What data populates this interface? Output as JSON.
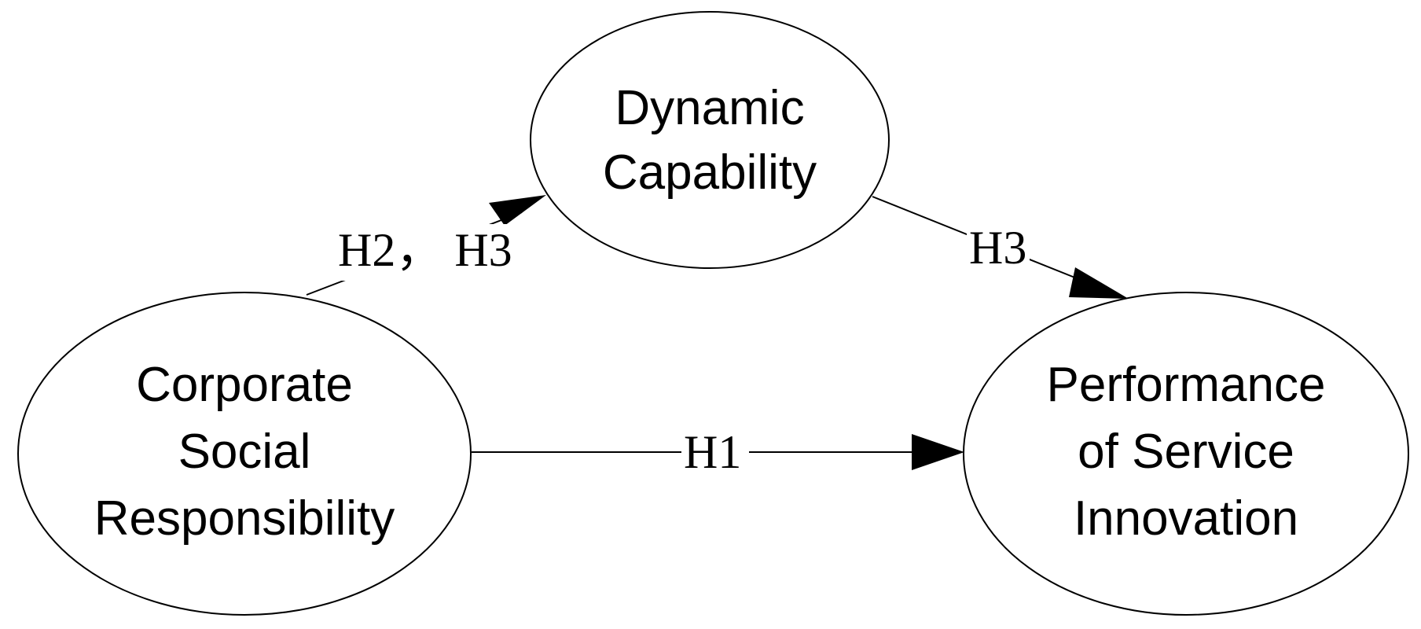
{
  "nodes": {
    "dynamic_capability": {
      "lines": [
        "Dynamic",
        "Capability"
      ]
    },
    "csr": {
      "lines": [
        "Corporate",
        "Social",
        "Responsibility"
      ]
    },
    "performance": {
      "lines": [
        "Performance",
        "of Service",
        "Innovation"
      ]
    }
  },
  "edges": {
    "h1": {
      "label": "H1"
    },
    "h2_h3": {
      "label": "H2， H3"
    },
    "h3": {
      "label": "H3"
    }
  },
  "colors": {
    "stroke": "#000000",
    "background": "#ffffff"
  }
}
